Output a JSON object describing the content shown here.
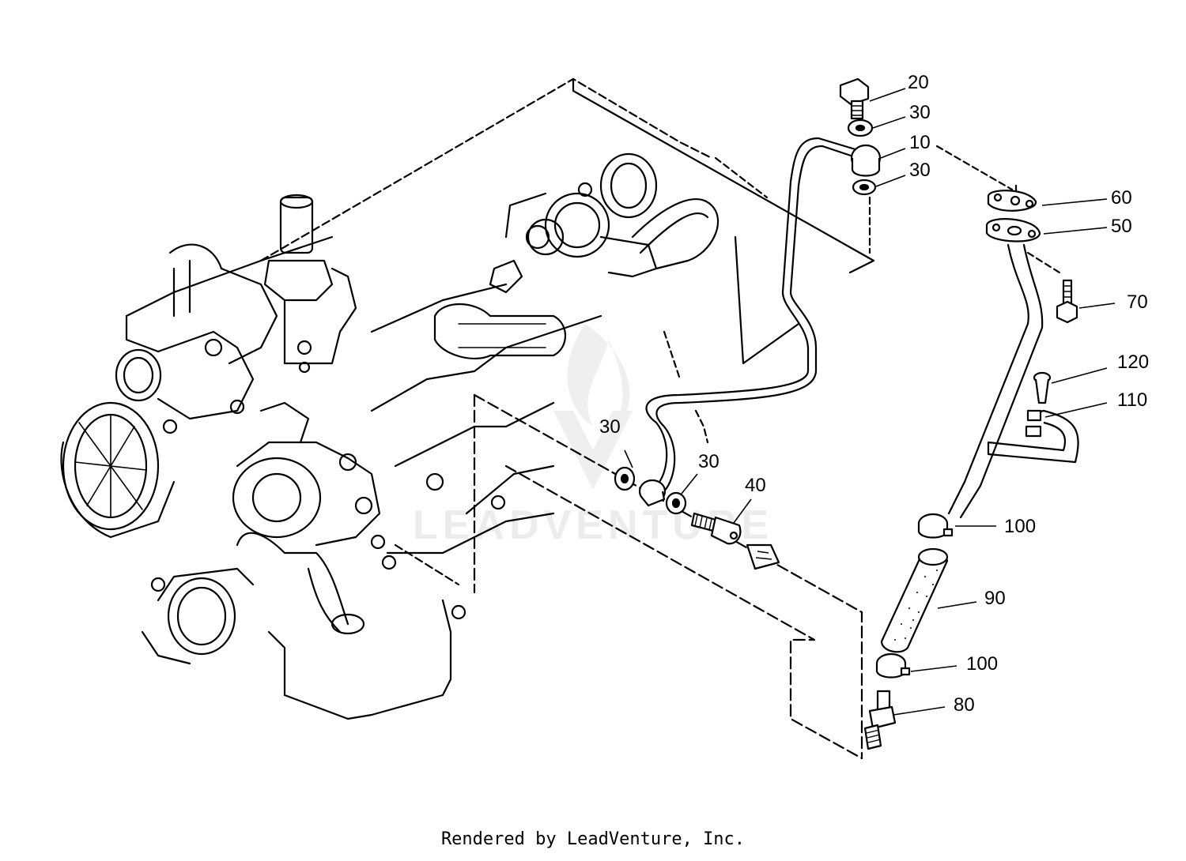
{
  "diagram": {
    "callouts": [
      {
        "id": "c20",
        "label": "20"
      },
      {
        "id": "c30a",
        "label": "30"
      },
      {
        "id": "c10",
        "label": "10"
      },
      {
        "id": "c30b",
        "label": "30"
      },
      {
        "id": "c60",
        "label": "60"
      },
      {
        "id": "c50",
        "label": "50"
      },
      {
        "id": "c70",
        "label": "70"
      },
      {
        "id": "c120",
        "label": "120"
      },
      {
        "id": "c110",
        "label": "110"
      },
      {
        "id": "c30c",
        "label": "30"
      },
      {
        "id": "c30d",
        "label": "30"
      },
      {
        "id": "c40",
        "label": "40"
      },
      {
        "id": "c100a",
        "label": "100"
      },
      {
        "id": "c90",
        "label": "90"
      },
      {
        "id": "c100b",
        "label": "100"
      },
      {
        "id": "c80",
        "label": "80"
      }
    ],
    "watermark": "LEADVENTURE"
  },
  "footer": {
    "text": "Rendered by LeadVenture, Inc."
  },
  "colors": {
    "line": "#000000",
    "watermark": "#e6e6e6"
  }
}
